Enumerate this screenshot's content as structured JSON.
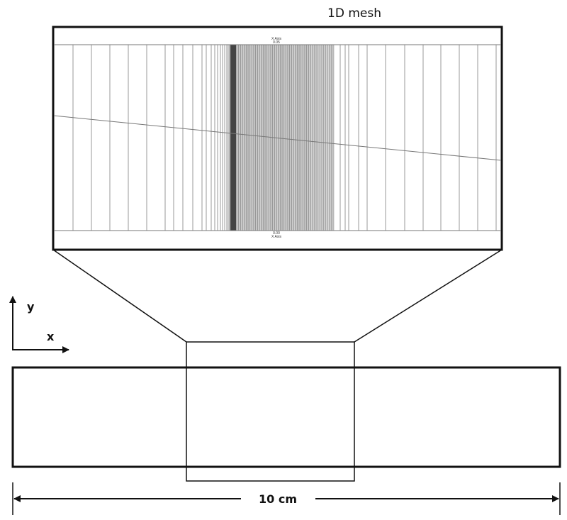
{
  "title": "1D mesh",
  "mesh_plot": {
    "top_axis_label": "X Axis",
    "top_axis_value": "0.05",
    "bottom_axis_value": "0.00",
    "bottom_axis_label": "X Axis"
  },
  "axes": {
    "y_label": "y",
    "x_label": "x"
  },
  "dimension": {
    "label": "10 cm"
  },
  "colors": {
    "line": "#111111",
    "mesh_line": "#9a9a9a",
    "mesh_dense": "#444444"
  }
}
